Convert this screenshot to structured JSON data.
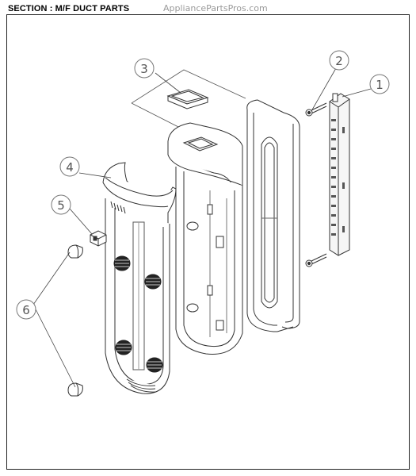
{
  "header": {
    "section_title": "SECTION : M/F DUCT PARTS",
    "watermark": "AppliancePartsPros.com"
  },
  "callouts": [
    "1",
    "2",
    "3",
    "4",
    "5",
    "6"
  ],
  "colors": {
    "line": "#333333",
    "callout": "#777777",
    "grille": "#222222"
  }
}
